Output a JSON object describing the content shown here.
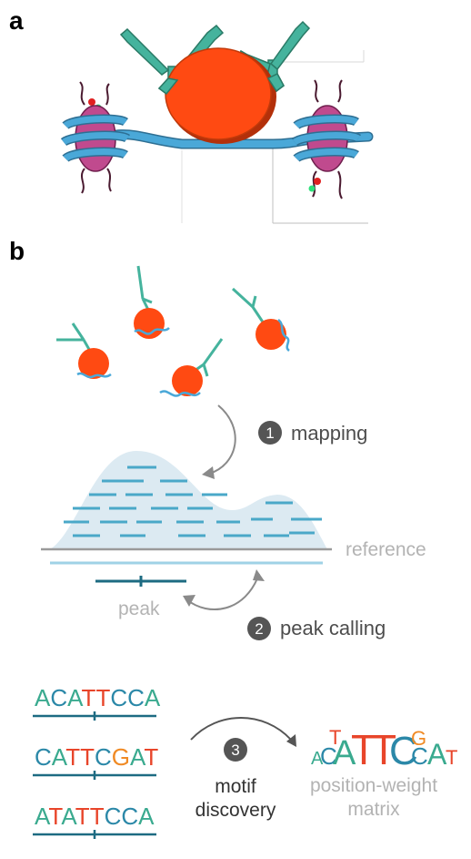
{
  "panels": {
    "a": "a",
    "b": "b"
  },
  "steps": {
    "step1": {
      "number": "1",
      "label": "mapping"
    },
    "step2": {
      "number": "2",
      "label": "peak calling"
    },
    "step3": {
      "number": "3",
      "label_line1": "motif",
      "label_line2": "discovery"
    }
  },
  "labels": {
    "reference": "reference",
    "peak": "peak",
    "pwm_line1": "position-weight",
    "pwm_line2": "matrix"
  },
  "sequences": [
    [
      "A",
      "C",
      "A",
      "T",
      "T",
      "C",
      "C",
      "A"
    ],
    [
      "C",
      "A",
      "T",
      "T",
      "C",
      "G",
      "A",
      "T"
    ],
    [
      "A",
      "T",
      "A",
      "T",
      "T",
      "C",
      "C",
      "A"
    ]
  ],
  "logo": {
    "bottom": [
      "A",
      "C",
      "A",
      "T",
      "T",
      "C",
      "C",
      "A",
      "T"
    ],
    "top": [
      "T",
      "G"
    ]
  },
  "colors": {
    "antibody": "#45b39d",
    "protein": "#ff4a12",
    "dna": "#4aa8d8",
    "histone": "#c04a8e",
    "teal_dark": "#1d6b82",
    "base_A": "#3aaa8f",
    "base_C": "#2b88a8",
    "base_T": "#e8452a",
    "base_G": "#f08a24",
    "peak_fill": "#dceaf2",
    "read": "#4aa8c8",
    "gray": "#9a9a9a"
  }
}
